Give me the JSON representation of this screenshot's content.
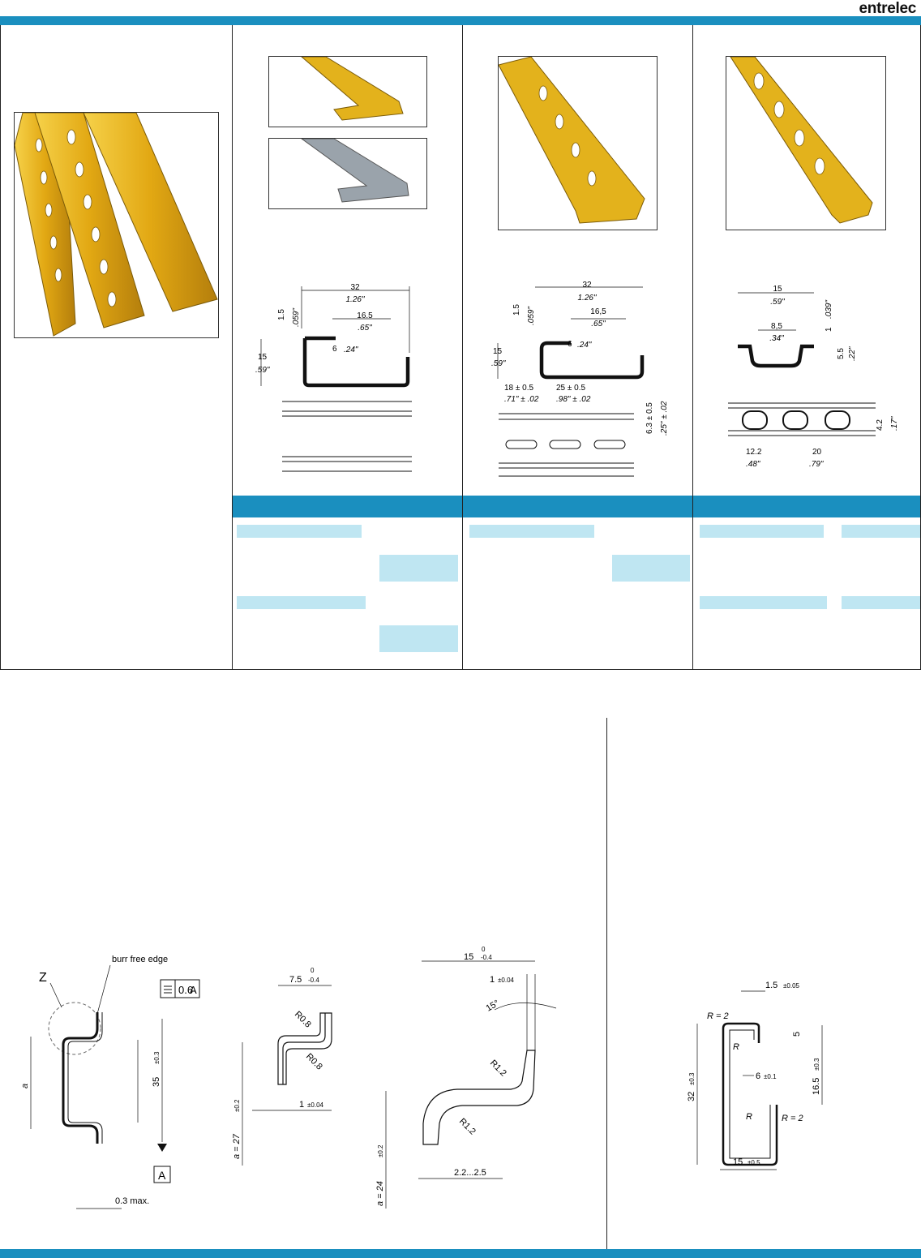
{
  "header": {
    "brand": "entrelec"
  },
  "colors": {
    "accent": "#1a8fbf",
    "light": "#bfe6f2",
    "rail_yellow": "#e3b21c",
    "rail_grey": "#9aa3ab"
  },
  "panel_b": {
    "w": "32",
    "w_in": "1.26\"",
    "t": "1.5",
    "t_in": ".059\"",
    "inner": "16.5",
    "inner_in": ".65\"",
    "lip": "6",
    "lip_in": ".24\"",
    "h": "15",
    "h_in": ".59\""
  },
  "panel_c": {
    "w": "32",
    "w_in": "1.26\"",
    "t": "1.5",
    "t_in": ".059\"",
    "inner": "16,5",
    "inner_in": ".65\"",
    "lip": "6",
    "lip_in": ".24\"",
    "h": "15",
    "h_in": ".59\"",
    "s1": "18 ± 0.5",
    "s1_in": ".71\" ± .02",
    "s2": "25 ± 0.5",
    "s2_in": ".98\" ± .02",
    "s3": "6.3 ± 0.5",
    "s3_in": ".25\" ± .02"
  },
  "panel_d": {
    "w": "15",
    "w_in": ".59\"",
    "t": "1",
    "t_in": ".039\"",
    "inner": "8,5",
    "inner_in": ".34\"",
    "h": "5.5",
    "h_in": ".22\"",
    "slot_h": "4.2",
    "slot_h_in": ".17\"",
    "slot_w": "12.2",
    "slot_w_in": ".48\"",
    "pitch": "20",
    "pitch_in": ".79\""
  },
  "drawing1": {
    "burr": "burr free edge",
    "z": "Z",
    "tol": "0.6",
    "datum": "A",
    "a": "a",
    "h35": "35",
    "h35_tol": "±0.3",
    "max": "0.3 max."
  },
  "drawing2": {
    "w": "7.5",
    "w_tol_up": "0",
    "w_tol_dn": "-0.4",
    "r1": "R0.8",
    "r2": "R0.8",
    "t": "1",
    "t_tol": "±0.04",
    "a": "a = 27",
    "a_tol": "±0.2"
  },
  "drawing3": {
    "w": "15",
    "w_tol_up": "0",
    "w_tol_dn": "-0.4",
    "t": "1",
    "t_tol": "±0.04",
    "angle": "15°",
    "r1": "R1.2",
    "r2": "R1.2",
    "range": "2.2...2.5",
    "a": "a = 24",
    "a_tol": "±0.2"
  },
  "drawing4": {
    "t": "1.5",
    "t_tol": "±0.05",
    "r_outer": "R = 2",
    "r_inner": "R",
    "lip": "5",
    "gap": "6",
    "gap_tol": "±0.1",
    "inner": "16.5",
    "inner_tol": "±0.3",
    "h": "32",
    "h_tol": "±0.3",
    "r_inner2": "R",
    "r_outer2": "R = 2",
    "w": "15",
    "w_tol": "±0.5"
  }
}
